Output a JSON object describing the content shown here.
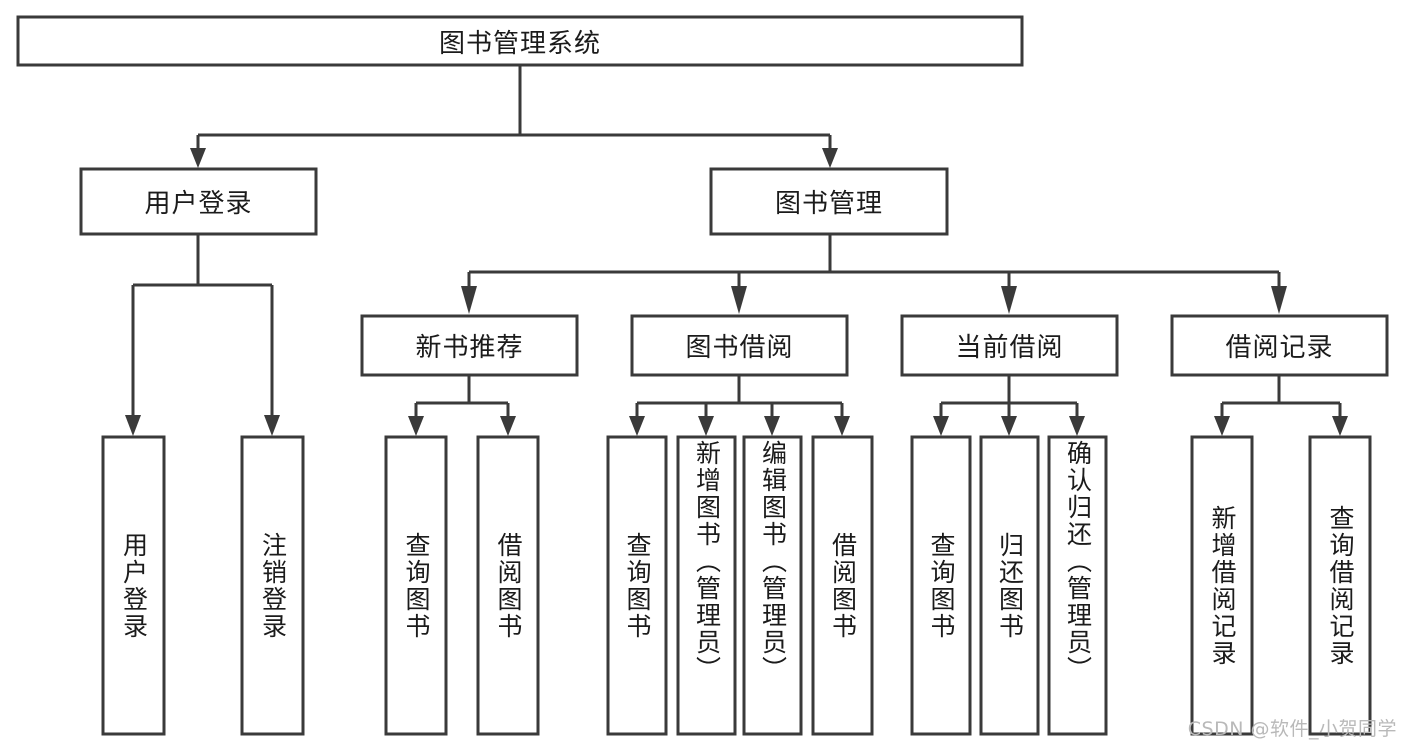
{
  "diagram": {
    "type": "tree-hierarchy",
    "title": "图书管理系统",
    "orientation": "top-down",
    "colors": {
      "box_stroke": "#3a3a3a",
      "box_fill": "#ffffff",
      "connector": "#3a3a3a",
      "text": "#1b1b1b",
      "background": "#ffffff",
      "watermark": "#b9b9b9"
    },
    "root": {
      "id": "root",
      "label": "图书管理系统",
      "orientation": "horizontal"
    },
    "level2": [
      {
        "id": "user-login",
        "label": "用户登录",
        "orientation": "horizontal"
      },
      {
        "id": "book-management",
        "label": "图书管理",
        "orientation": "horizontal"
      }
    ],
    "level3": [
      {
        "id": "new-book-recommend",
        "label": "新书推荐",
        "orientation": "horizontal",
        "parent": "book-management"
      },
      {
        "id": "book-borrow",
        "label": "图书借阅",
        "orientation": "horizontal",
        "parent": "book-management"
      },
      {
        "id": "current-borrow",
        "label": "当前借阅",
        "orientation": "horizontal",
        "parent": "book-management"
      },
      {
        "id": "borrow-record",
        "label": "借阅记录",
        "orientation": "horizontal",
        "parent": "book-management"
      }
    ],
    "leaves": [
      {
        "id": "leaf-user-login",
        "label": "用户登录",
        "orientation": "vertical",
        "parent": "user-login"
      },
      {
        "id": "leaf-user-logout",
        "label": "注销登录",
        "orientation": "vertical",
        "parent": "user-login"
      },
      {
        "id": "leaf-query-book-1",
        "label": "查询图书",
        "orientation": "vertical",
        "parent": "new-book-recommend"
      },
      {
        "id": "leaf-borrow-book-1",
        "label": "借阅图书",
        "orientation": "vertical",
        "parent": "new-book-recommend"
      },
      {
        "id": "leaf-query-book-2",
        "label": "查询图书",
        "orientation": "vertical",
        "parent": "book-borrow"
      },
      {
        "id": "leaf-add-book",
        "label": "新增图书（管理员）",
        "orientation": "vertical",
        "parent": "book-borrow"
      },
      {
        "id": "leaf-edit-book",
        "label": "编辑图书（管理员）",
        "orientation": "vertical",
        "parent": "book-borrow"
      },
      {
        "id": "leaf-borrow-book-2",
        "label": "借阅图书",
        "orientation": "vertical",
        "parent": "book-borrow"
      },
      {
        "id": "leaf-query-book-3",
        "label": "查询图书",
        "orientation": "vertical",
        "parent": "current-borrow"
      },
      {
        "id": "leaf-return-book",
        "label": "归还图书",
        "orientation": "vertical",
        "parent": "current-borrow"
      },
      {
        "id": "leaf-confirm-return",
        "label": "确认归还（管理员）",
        "orientation": "vertical",
        "parent": "current-borrow"
      },
      {
        "id": "leaf-add-record",
        "label": "新增借阅记录",
        "orientation": "vertical",
        "parent": "borrow-record"
      },
      {
        "id": "leaf-query-record",
        "label": "查询借阅记录",
        "orientation": "vertical",
        "parent": "borrow-record"
      }
    ]
  },
  "watermark": {
    "text": "CSDN @软件_小贺同学"
  }
}
